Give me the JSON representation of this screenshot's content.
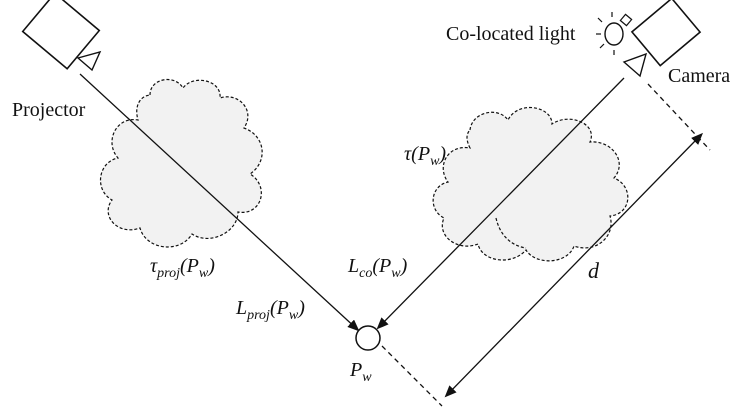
{
  "labels": {
    "projector": "Projector",
    "camera": "Camera",
    "light": "Co-located light",
    "tau_proj": "τ",
    "tau_proj_sub": "proj",
    "tau_proj_arg": "(P",
    "tau_proj_arg_sub": "w",
    "tau_proj_close": ")",
    "tau": "τ",
    "tau_arg": "(P",
    "tau_arg_sub": "w",
    "tau_close": ")",
    "l_co": "L",
    "l_co_sub": "co",
    "l_co_arg": "(P",
    "l_co_arg_sub": "w",
    "l_co_close": ")",
    "l_proj": "L",
    "l_proj_sub": "proj",
    "l_proj_arg": "(P",
    "l_proj_arg_sub": "w",
    "l_proj_close": ")",
    "point": "P",
    "point_sub": "w",
    "distance": "d"
  },
  "colors": {
    "stroke": "#111111",
    "cloud_fill": "#f2f2f2",
    "background": "#ffffff"
  },
  "icons": {
    "projector": "projector-icon",
    "camera": "camera-icon",
    "light": "light-bulb-icon",
    "scatter_media": "cloud-icon"
  }
}
